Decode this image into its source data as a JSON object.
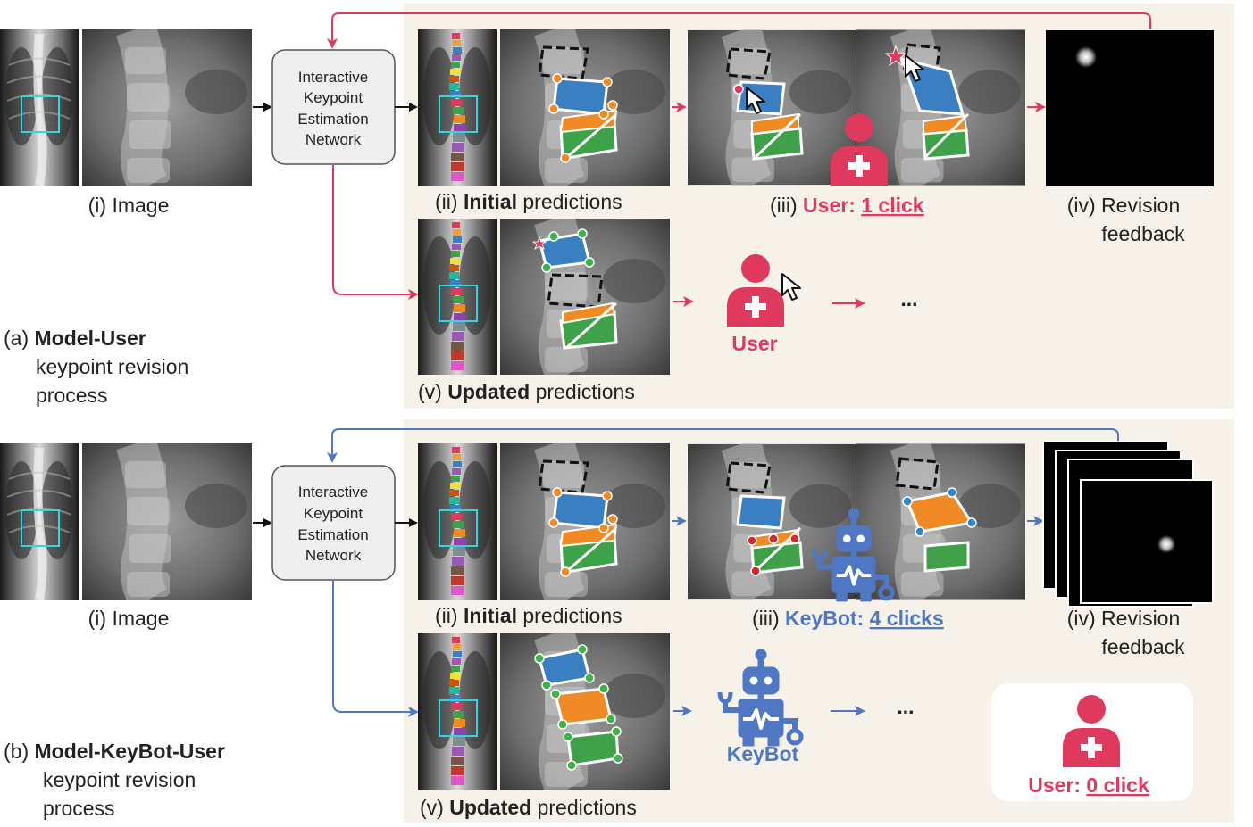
{
  "colors": {
    "user_accent": "#e0395e",
    "keybot_accent": "#4f77c4",
    "panel_bg": "#f6f2ea",
    "vert_blue": "#3a7fc1",
    "vert_green": "#3fa14a",
    "vert_orange": "#f08a24",
    "kp_orange": "#f08a24",
    "kp_green": "#3fb24a",
    "kp_red": "#d62830",
    "kp_blue": "#2f86c8"
  },
  "section_a": {
    "label_prefix": "(a)",
    "label_bold": "Model-User",
    "desc_line1": "keypoint revision",
    "desc_line2": "process",
    "image_caption": "(i) Image",
    "network_line1": "Interactive",
    "network_line2": "Keypoint",
    "network_line3": "Estimation",
    "network_line4": "Network",
    "initial_caption_prefix": "(ii)",
    "initial_caption_bold": "Initial",
    "initial_caption_suffix": "predictions",
    "revision_caption_prefix": "(iii)",
    "revision_caption_actor": "User:",
    "revision_caption_count": "1 click",
    "feedback_caption_line1": "(iv) Revision",
    "feedback_caption_line2": "feedback",
    "updated_caption_prefix": "(v)",
    "updated_caption_bold": "Updated",
    "updated_caption_suffix": "predictions",
    "actor_label": "User",
    "ellipsis": "..."
  },
  "section_b": {
    "label_prefix": "(b)",
    "label_bold": "Model-KeyBot-User",
    "desc_line1": "keypoint revision",
    "desc_line2": "process",
    "image_caption": "(i) Image",
    "network_line1": "Interactive",
    "network_line2": "Keypoint",
    "network_line3": "Estimation",
    "network_line4": "Network",
    "initial_caption_prefix": "(ii)",
    "initial_caption_bold": "Initial",
    "initial_caption_suffix": "predictions",
    "revision_caption_prefix": "(iii)",
    "revision_caption_actor": "KeyBot:",
    "revision_caption_count": "4 clicks",
    "feedback_caption_line1": "(iv) Revision",
    "feedback_caption_line2": "feedback",
    "updated_caption_prefix": "(v)",
    "updated_caption_bold": "Updated",
    "updated_caption_suffix": "predictions",
    "actor_label": "KeyBot",
    "ellipsis": "...",
    "user_box_actor": "User:",
    "user_box_count": "0 click"
  }
}
